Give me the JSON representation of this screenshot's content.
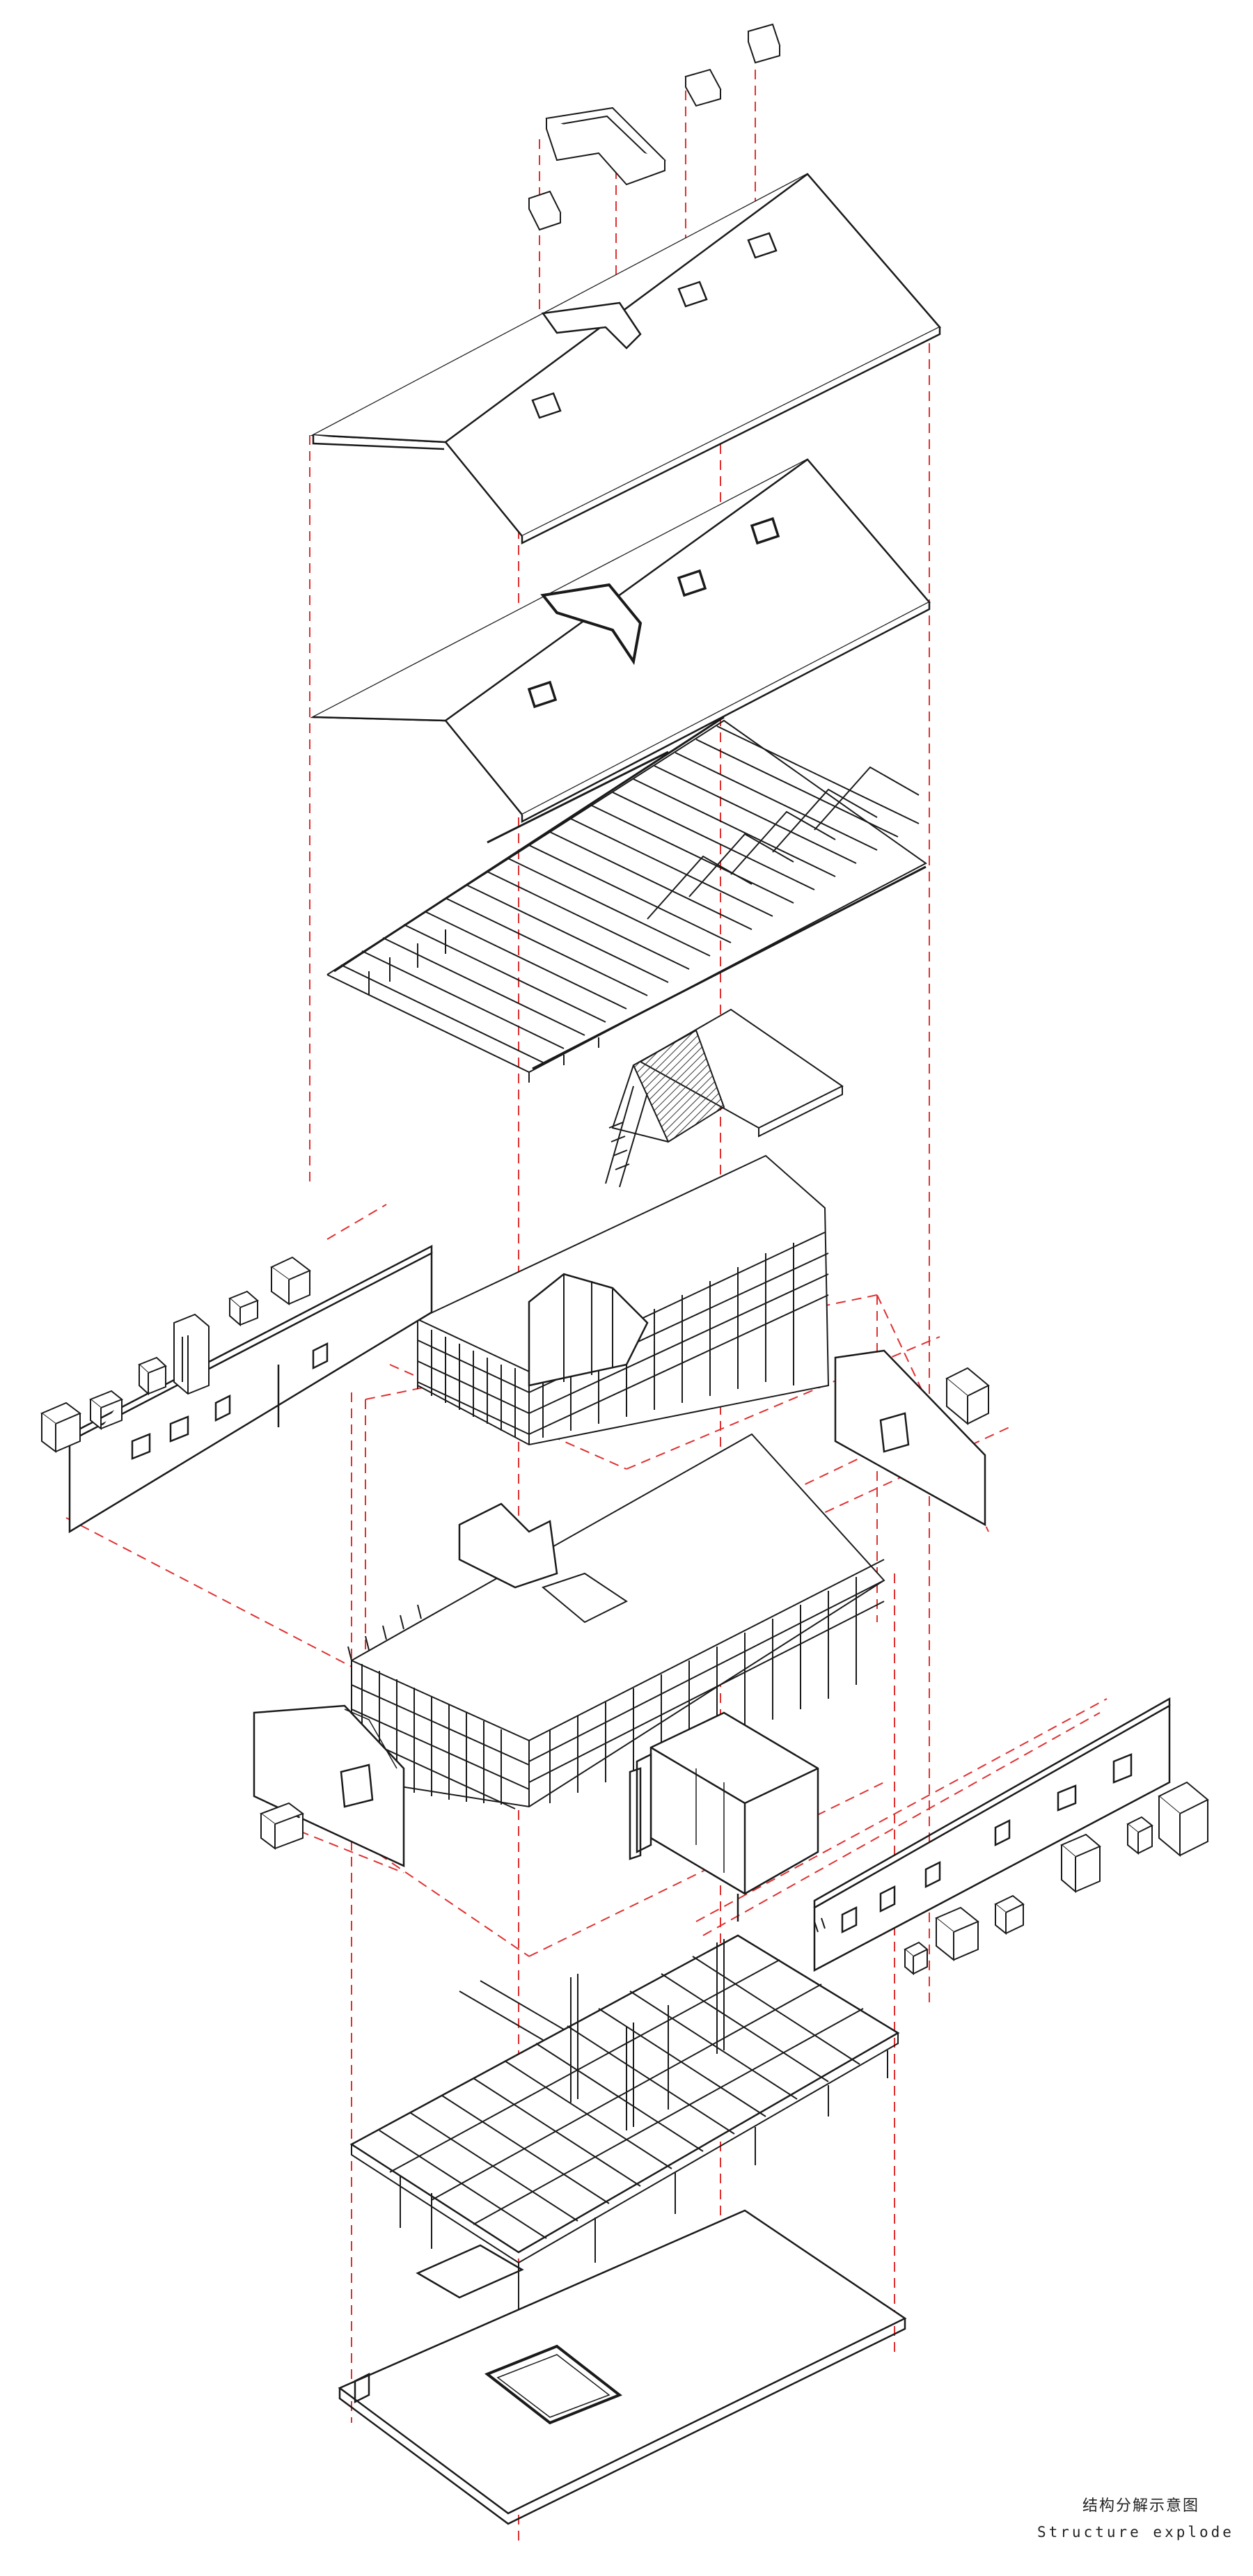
{
  "caption": {
    "title_cn": "结构分解示意图",
    "title_en": "Structure explode"
  },
  "style": {
    "line_color": "#1a1a1a",
    "guide_color": "#e03030",
    "background": "#ffffff"
  },
  "layers": [
    "chimneys",
    "roof-cover",
    "roof-sheathing",
    "rafters",
    "attic-stair",
    "upper-wall-frame",
    "lower-wall-frame",
    "gable-end-wall",
    "long-facade-wall",
    "window-units",
    "interior-box",
    "floor-platform",
    "slab"
  ]
}
